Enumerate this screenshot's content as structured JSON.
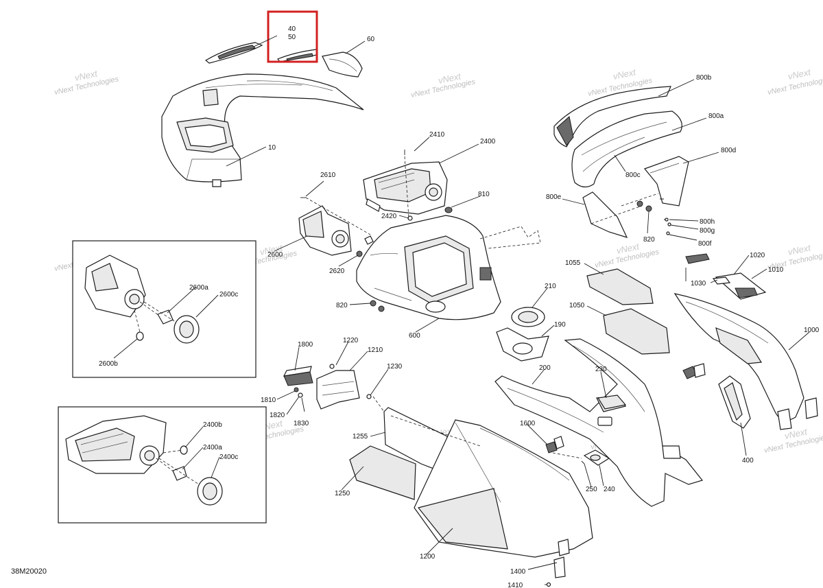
{
  "diagram_code": "38M20020",
  "highlight_color": "#d32020",
  "watermark_text": "vNext Technologies",
  "watermark_big": "vNext",
  "callouts": {
    "p40": "40",
    "p50": "50",
    "p60": "60",
    "p10": "10",
    "p800b": "800b",
    "p800a": "800a",
    "p800d": "800d",
    "p800c": "800c",
    "p800e": "800e",
    "p800h": "800h",
    "p800g": "800g",
    "p800f": "800f",
    "p820a": "820",
    "p2410": "2410",
    "p2400": "2400",
    "p2610": "2610",
    "p810": "810",
    "p2420": "2420",
    "p2600": "2600",
    "p2620": "2620",
    "p820b": "820",
    "p600": "600",
    "p210": "210",
    "p190": "190",
    "p1055": "1055",
    "p1050": "1050",
    "p1020": "1020",
    "p1010": "1010",
    "p1030": "1030",
    "p1000": "1000",
    "p400": "400",
    "p2600a": "2600a",
    "p2600c": "2600c",
    "p2600b": "2600b",
    "p1800": "1800",
    "p1220": "1220",
    "p1210": "1210",
    "p1230": "1230",
    "p1810": "1810",
    "p1820": "1820",
    "p1830": "1830",
    "p200": "200",
    "p230": "230",
    "p1255": "1255",
    "p1250": "1250",
    "p1600": "1600",
    "p250": "250",
    "p240": "240",
    "p2400b": "2400b",
    "p2400a": "2400a",
    "p2400c": "2400c",
    "p1200": "1200",
    "p1400": "1400",
    "p1410": "1410"
  }
}
